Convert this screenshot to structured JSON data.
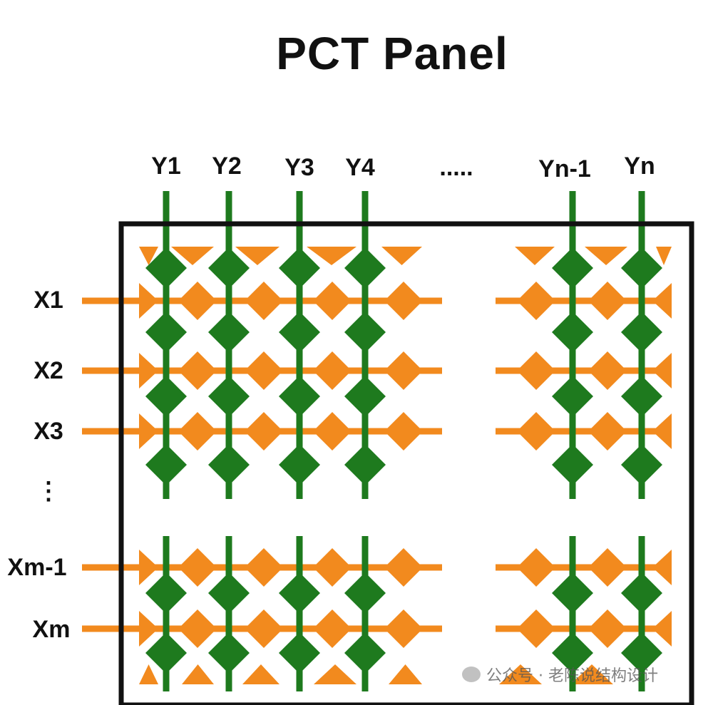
{
  "title": "PCT Panel",
  "columns": [
    "Y1",
    "Y2",
    "Y3",
    "Y4",
    "Yn-1",
    "Yn"
  ],
  "column_ellipsis": ".....",
  "rows": [
    "X1",
    "X2",
    "X3",
    "Xm-1",
    "Xm"
  ],
  "row_ellipsis": "⋮",
  "colors": {
    "tx_electrode": "#f28a1e",
    "rx_electrode": "#1e7a1e",
    "frame": "#111111"
  },
  "watermark": "公众号 · 老陈说结构设计"
}
